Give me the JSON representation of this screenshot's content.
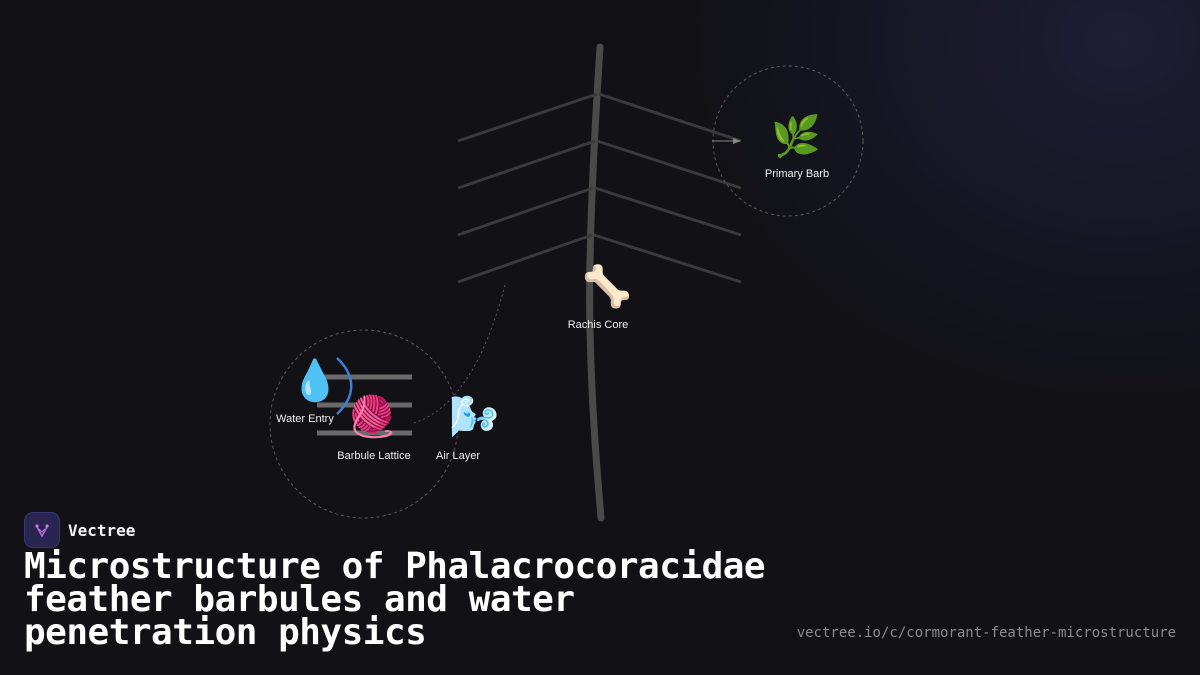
{
  "brand": {
    "name": "Vectree"
  },
  "title": "Microstructure of Phalacrocoracidae feather barbules and water penetration physics",
  "url": "vectree.io/c/cormorant-feather-microstructure",
  "nodes": {
    "primary_barb": {
      "label": "Primary Barb",
      "icon": "herb-icon",
      "glyph": "🌿"
    },
    "rachis_core": {
      "label": "Rachis Core",
      "icon": "bone-icon",
      "glyph": "🦴"
    },
    "water_entry": {
      "label": "Water Entry",
      "icon": "droplet-icon",
      "glyph": "💧"
    },
    "barbule_lattice": {
      "label": "Barbule Lattice",
      "icon": "yarn-icon",
      "glyph": "🧶"
    },
    "air_layer": {
      "label": "Air Layer",
      "icon": "wind-icon",
      "glyph": "🌬️"
    }
  },
  "colors": {
    "background": "#111116",
    "rachis": "#4a4a4a",
    "barbs": "#3a3a3a",
    "dashed": "#5a5a5a",
    "water_arc": "#3b7fd4"
  }
}
